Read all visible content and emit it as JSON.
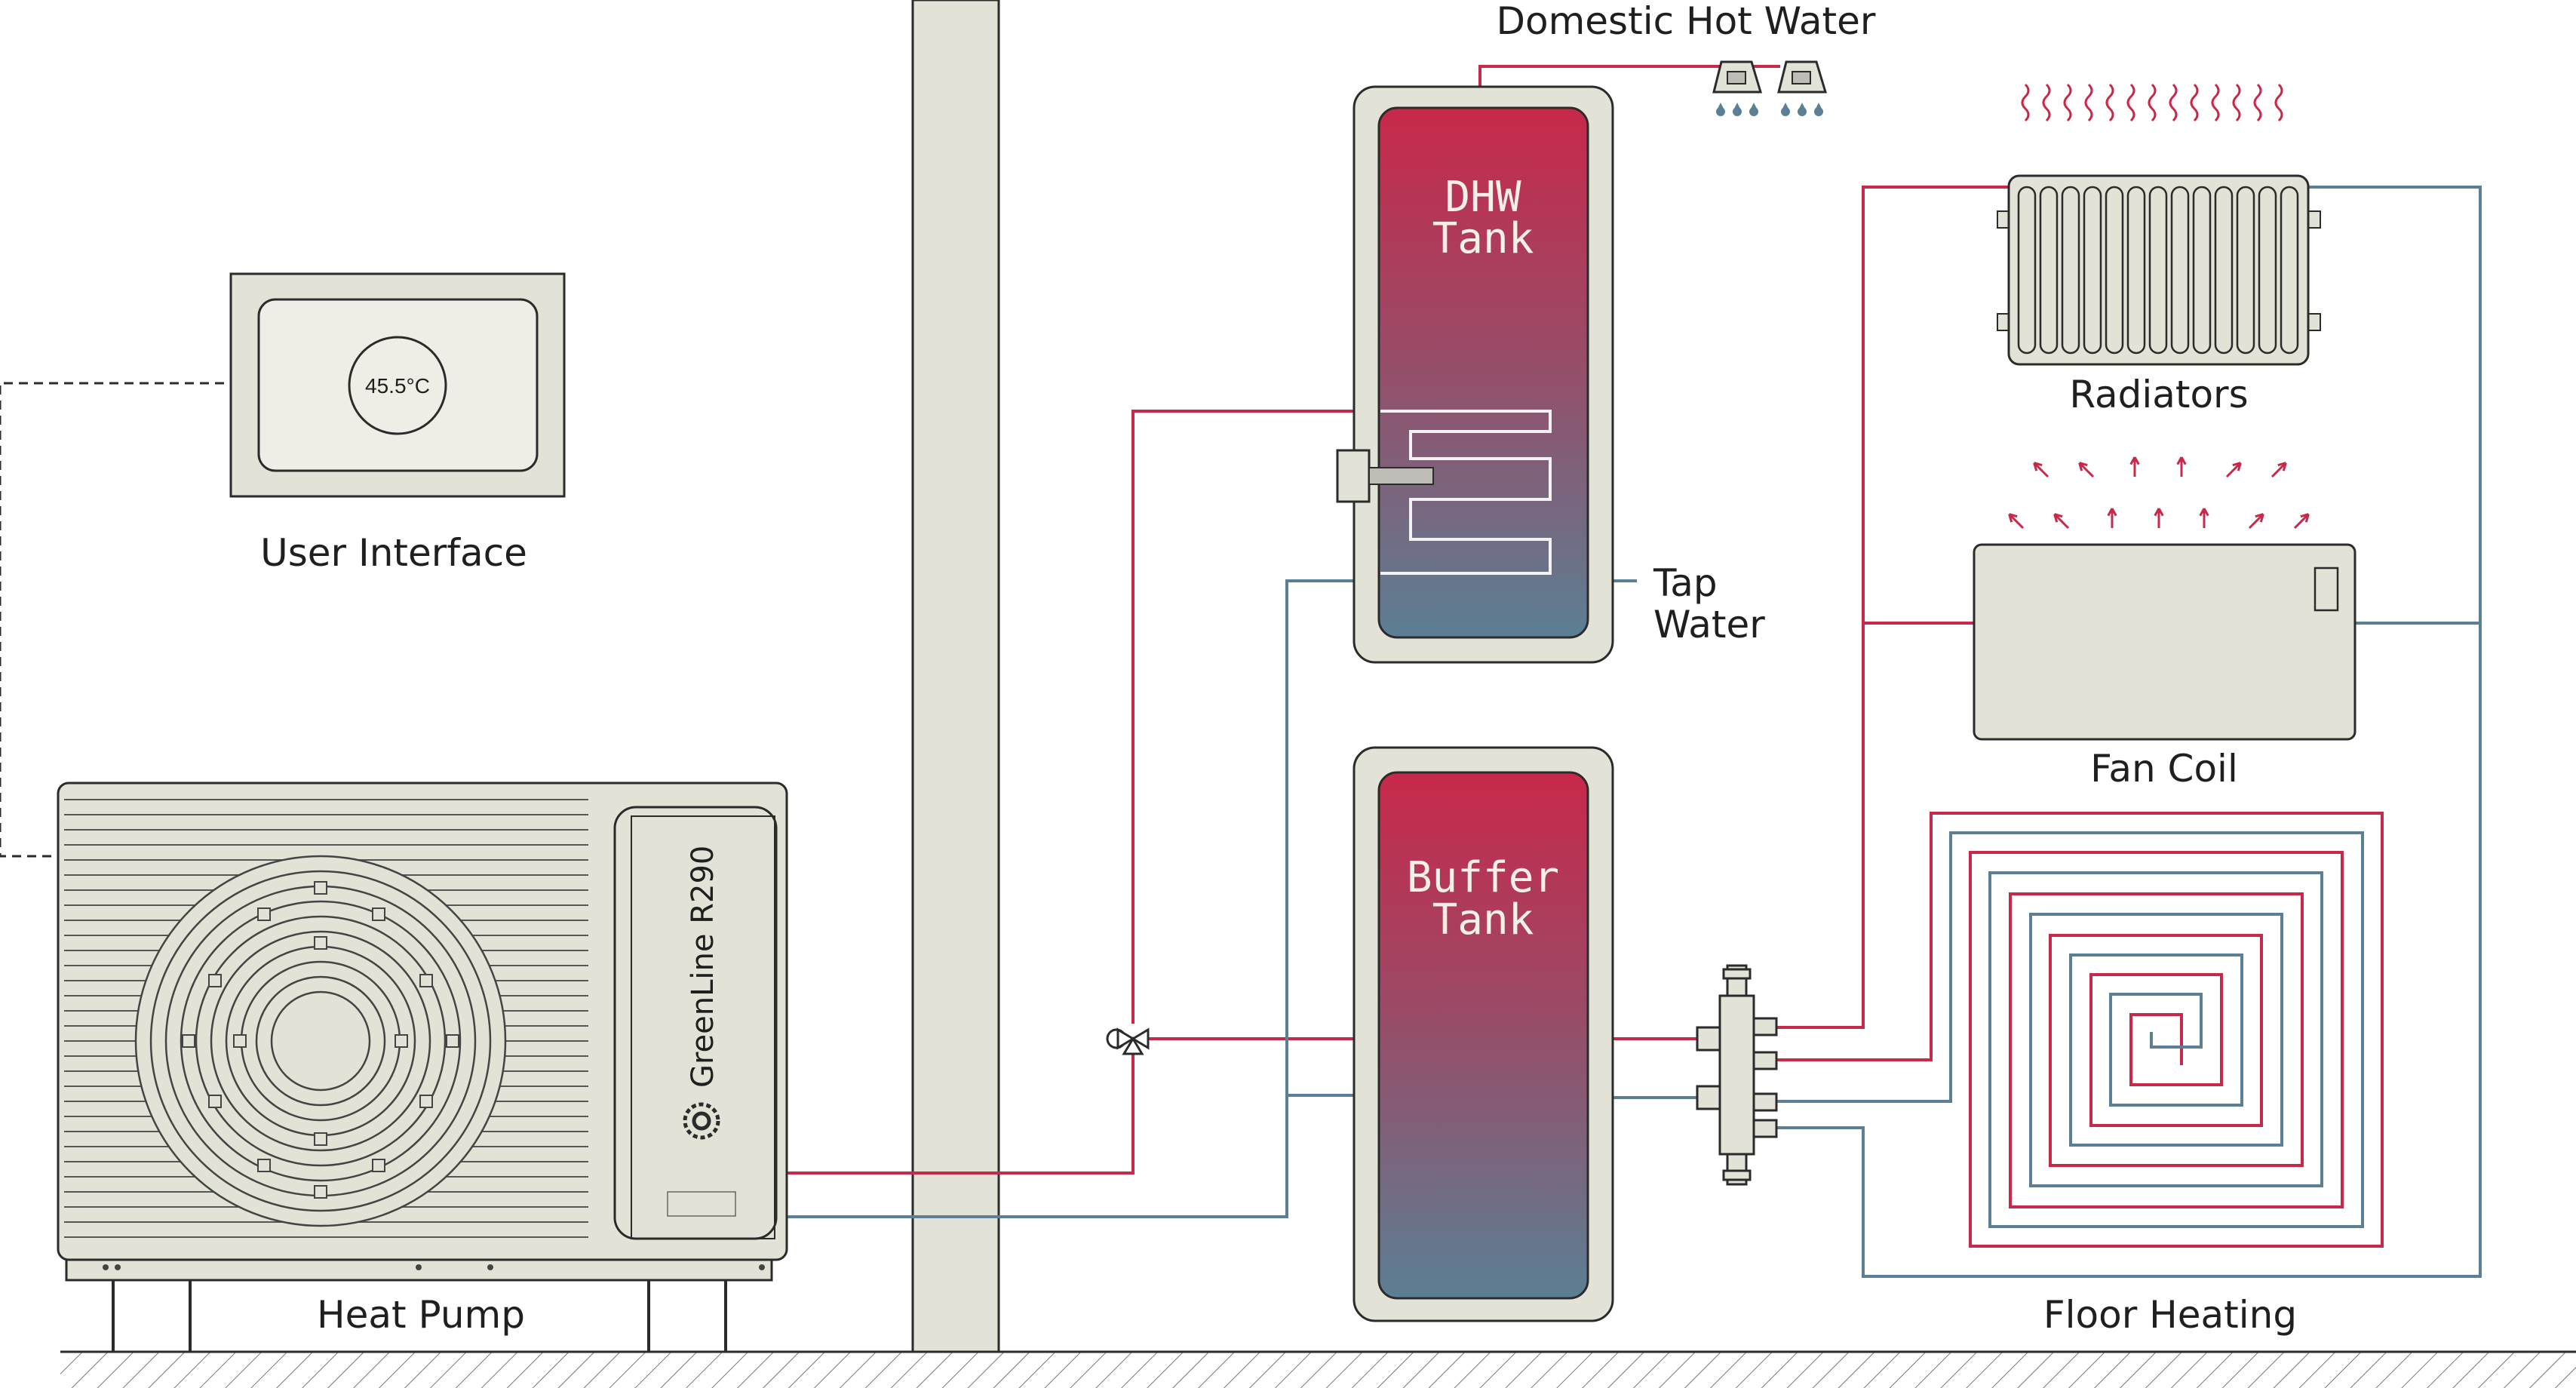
{
  "colors": {
    "hot": "#c8284a",
    "cold": "#5b7f94",
    "unit_fill": "#e2e3d6",
    "outline": "#2b2b2b",
    "background": "#ffffff"
  },
  "labels": {
    "domestic_hot_water": "Domestic Hot Water",
    "user_interface": "User Interface",
    "display_temp": "45.5°C",
    "dhw_tank_line1": "DHW",
    "dhw_tank_line2": "Tank",
    "tap_water_line1": "Tap",
    "tap_water_line2": "Water",
    "radiators": "Radiators",
    "fan_coil": "Fan Coil",
    "buffer_tank_line1": "Buffer",
    "buffer_tank_line2": "Tank",
    "floor_heating": "Floor Heating",
    "heat_pump": "Heat Pump",
    "brand": "GreenLine R290"
  },
  "icons": {
    "heat_waves": "heat-waves-icon",
    "air_arrows": "air-flow-arrows-icon",
    "water_drops": "water-drop-icon",
    "fan": "fan-grille-icon",
    "valve": "three-way-valve-icon"
  }
}
